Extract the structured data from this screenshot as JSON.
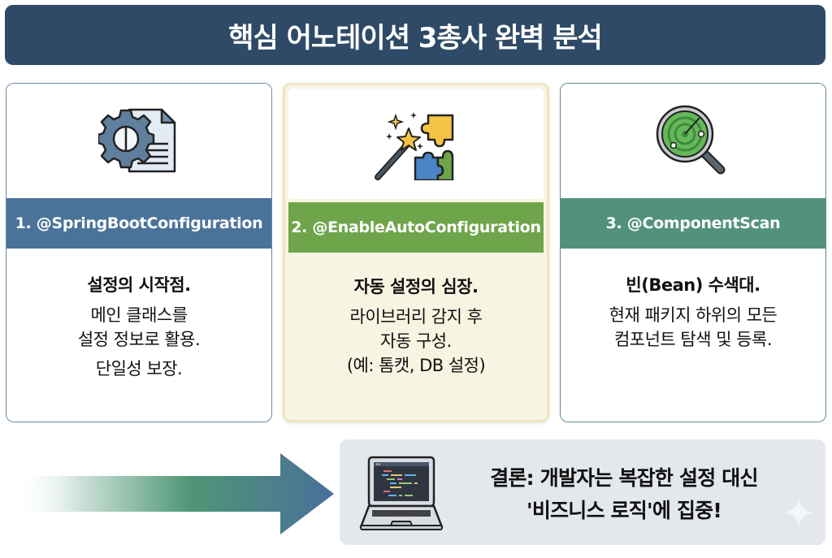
{
  "title": "핵심 어노테이션 3총사 완벽 분석",
  "cards": [
    {
      "icon": "gear-document-icon",
      "label": "1. @SpringBootConfiguration",
      "band_color": "#4a7399",
      "heading": "설정의 시작점.",
      "lines": [
        "메인 클래스를",
        "설정 정보로 활용."
      ],
      "extra": "단일성 보장."
    },
    {
      "icon": "magic-wand-puzzle-icon",
      "label": "2. @EnableAutoConfiguration",
      "band_color": "#6ea54b",
      "heading": "자동 설정의 심장.",
      "lines": [
        "라이브러리 감지 후",
        "자동 구성.",
        "(예: 톰캣, DB 설정)"
      ],
      "extra": ""
    },
    {
      "icon": "radar-magnifier-icon",
      "label": "3. @ComponentScan",
      "band_color": "#53917f",
      "heading": "빈(Bean) 수색대.",
      "lines": [
        "현재 패키지 하위의 모든",
        "컴포넌트 탐색 및 등록."
      ],
      "extra": ""
    }
  ],
  "conclusion": {
    "icon": "laptop-code-icon",
    "line1": "결론: 개발자는 복잡한 설정 대신",
    "line2": "'비즈니스 로직'에 집중!"
  },
  "colors": {
    "title_bg": "#2e4a66",
    "card2_bg": "#f8f4e2",
    "conclusion_bg": "#e4e8ed",
    "arrow_start": "#ffffff",
    "arrow_mid": "#4e9676",
    "arrow_end": "#4a6f9a"
  }
}
